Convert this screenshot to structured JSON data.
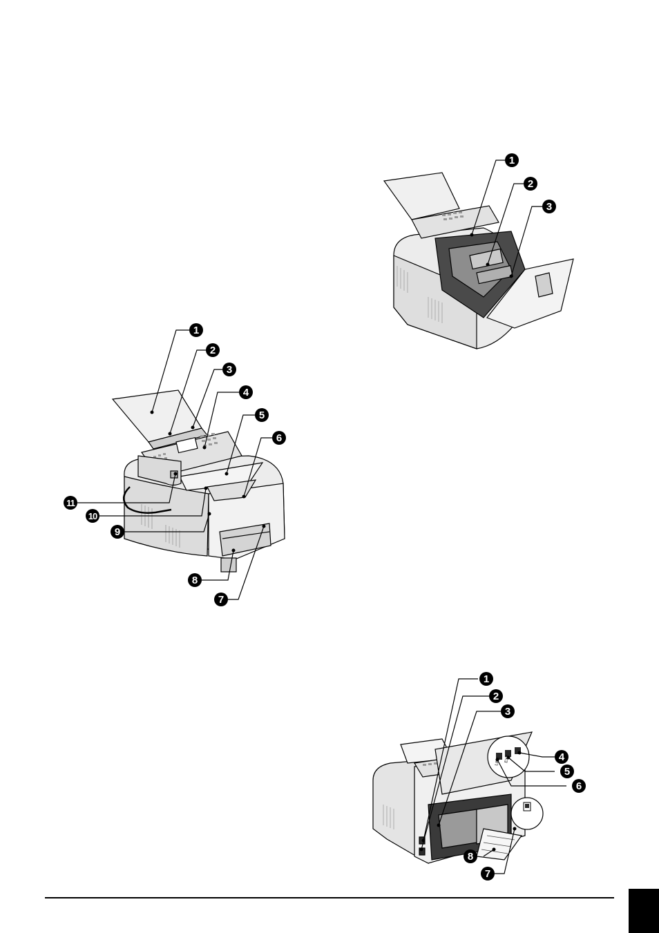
{
  "figures": {
    "front_view": {
      "callouts": [
        "1",
        "2",
        "3",
        "4",
        "5",
        "6",
        "7",
        "8",
        "9",
        "10",
        "11"
      ]
    },
    "open_view": {
      "callouts": [
        "1",
        "2",
        "3"
      ]
    },
    "rear_view": {
      "callouts": [
        "1",
        "2",
        "3",
        "4",
        "5",
        "6",
        "7",
        "8"
      ],
      "port_labels": [
        "LINE",
        "EXT"
      ]
    }
  },
  "colors": {
    "ink": "#000000",
    "body": "#ececec",
    "shade": "#bdbdbd",
    "dark": "#3a3a3a"
  }
}
